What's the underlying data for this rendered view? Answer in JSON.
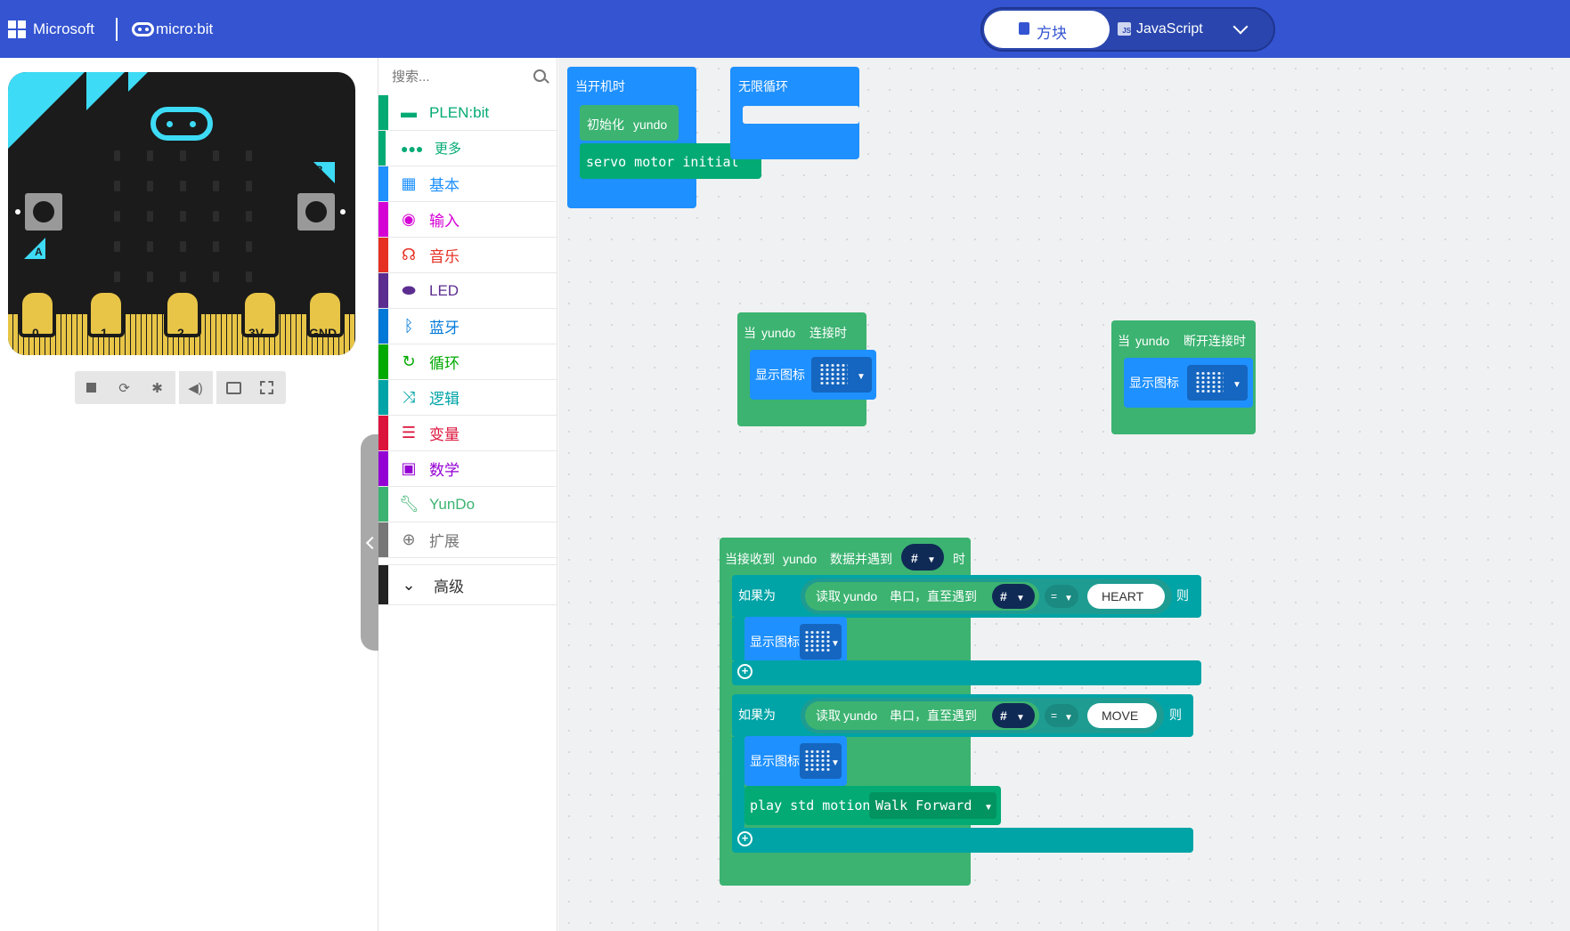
{
  "header": {
    "brand": "Microsoft",
    "product": "micro:bit",
    "tab_blocks": "方块",
    "tab_javascript": "JavaScript"
  },
  "simulator": {
    "pins": [
      "0",
      "1",
      "2",
      "3V",
      "GND"
    ],
    "button_a": "A",
    "button_b": "B",
    "toolbar_icons": [
      "stop-icon",
      "restart-icon",
      "debug-icon",
      "mute-icon",
      "screenshot-icon",
      "fullscreen-icon"
    ]
  },
  "toolbox": {
    "search_placeholder": "搜索...",
    "categories": [
      {
        "label": "PLEN:bit",
        "color": "#03AA74"
      },
      {
        "label": "更多",
        "color": "#03AA74"
      },
      {
        "label": "基本",
        "color": "#1E90FF"
      },
      {
        "label": "输入",
        "color": "#D400D4"
      },
      {
        "label": "音乐",
        "color": "#E63022"
      },
      {
        "label": "LED",
        "color": "#5C2D91"
      },
      {
        "label": "蓝牙",
        "color": "#0078D7"
      },
      {
        "label": "循环",
        "color": "#00AA00"
      },
      {
        "label": "逻辑",
        "color": "#00A4A6"
      },
      {
        "label": "变量",
        "color": "#DC143C"
      },
      {
        "label": "数学",
        "color": "#9400D3"
      },
      {
        "label": "YunDo",
        "color": "#3CB371"
      },
      {
        "label": "扩展",
        "color": "#777777"
      },
      {
        "label": "高级",
        "color": "#222222"
      }
    ]
  },
  "workspace": {
    "on_start": {
      "label": "当开机时",
      "init_label": "初始化",
      "init_target": "yundo",
      "servo_label": "servo motor initial"
    },
    "forever": {
      "label": "无限循环"
    },
    "on_connect": {
      "when": "当",
      "target": "yundo",
      "label": "连接时",
      "show_icon": "显示图标"
    },
    "on_disconnect": {
      "when": "当",
      "target": "yundo",
      "label": "断开连接时",
      "show_icon": "显示图标"
    },
    "on_receive": {
      "label": "当接收到",
      "target": "yundo",
      "label2": "数据并遇到",
      "delimiter": "#",
      "suffix": "时",
      "if_label": "如果为",
      "read_label": "读取",
      "read_target": "yundo",
      "read_label2": "串口，直至遇到",
      "op": "=",
      "then": "则",
      "value1": "HEART",
      "value2": "MOVE",
      "show_icon": "显示图标",
      "play_label": "play std motion",
      "motion": "Walk Forward"
    }
  }
}
